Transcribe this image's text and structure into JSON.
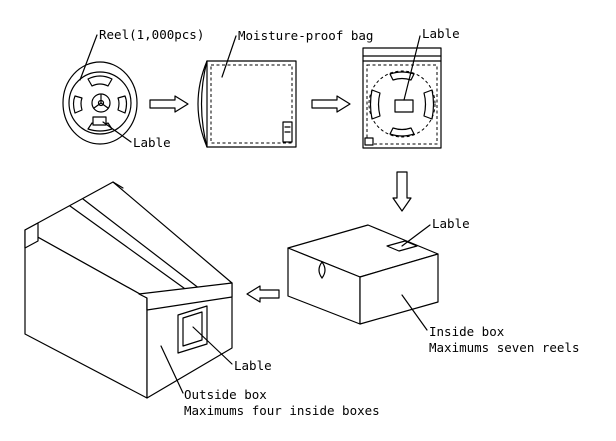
{
  "labels": {
    "reel": "Reel(1,000pcs)",
    "moisture_bag": "Moisture-proof bag",
    "bag_label": "Lable",
    "reel_label": "Lable",
    "inside_box_label": "Lable",
    "outside_box_label": "Lable",
    "inside_box_title": "Inside box",
    "inside_box_caption": "Maximums seven reels",
    "outside_box_title": "Outside box",
    "outside_box_caption": "Maximums four inside boxes"
  },
  "icons": {
    "process_arrow": "hollow-arrow-icon",
    "reel": "reel-icon",
    "bag": "bag-icon",
    "box": "box-icon"
  },
  "colors": {
    "line": "#000000",
    "background": "#ffffff"
  }
}
